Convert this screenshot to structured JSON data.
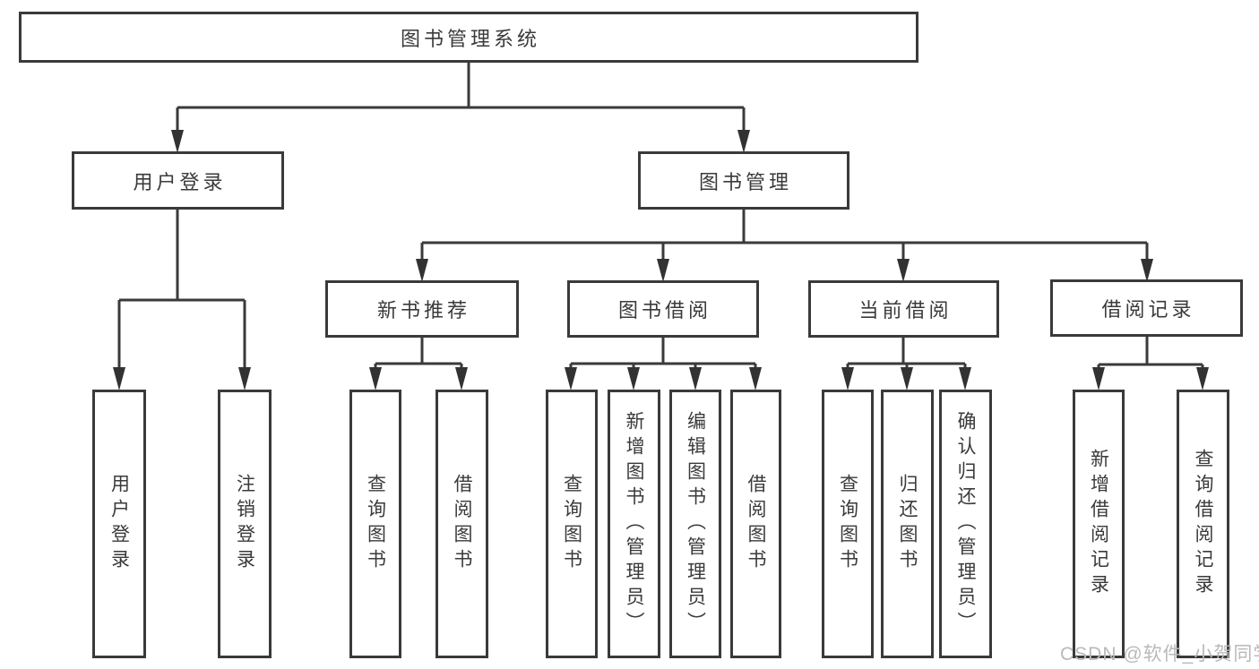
{
  "diagram": {
    "type": "hierarchy-flowchart",
    "colors": {
      "background": "#ffffff",
      "line": "#3a3a3a",
      "box_border": "#3a3a3a",
      "box_fill": "#ffffff",
      "text": "#3a3a3a",
      "watermark": "#b9b9b9"
    },
    "tree": {
      "root": {
        "label": "图书管理系统",
        "children": [
          {
            "label": "用户登录",
            "children": [
              "用户登录",
              "注销登录"
            ]
          },
          {
            "label": "图书管理",
            "children": [
              {
                "label": "新书推荐",
                "children": [
                  "查询图书",
                  "借阅图书"
                ]
              },
              {
                "label": "图书借阅",
                "children": [
                  "查询图书",
                  "新增图书（管理员）",
                  "编辑图书（管理员）",
                  "借阅图书"
                ]
              },
              {
                "label": "当前借阅",
                "children": [
                  "查询图书",
                  "归还图书",
                  "确认归还（管理员）"
                ]
              },
              {
                "label": "借阅记录",
                "children": [
                  "新增借阅记录",
                  "查询借阅记录"
                ]
              }
            ]
          }
        ]
      }
    },
    "watermark": {
      "text": "CSDN @软件_小贺同学"
    }
  }
}
